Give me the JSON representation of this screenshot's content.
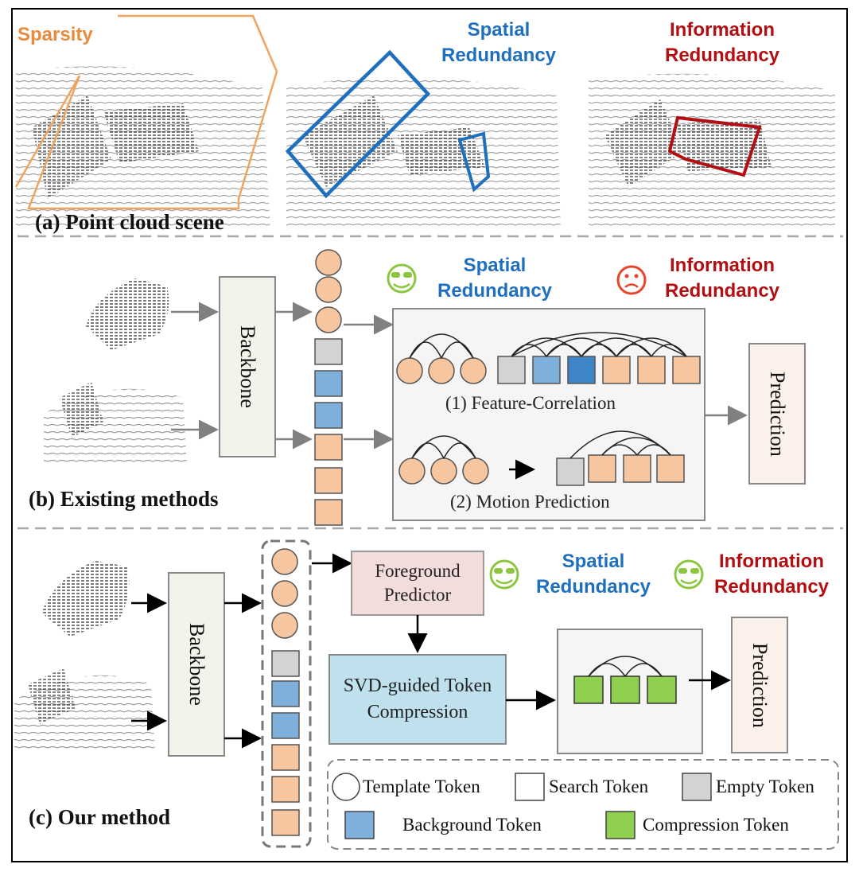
{
  "panels": {
    "a_label": "(a) Point cloud scene",
    "b_label": "(b) Existing methods",
    "c_label": "(c) Our method"
  },
  "headers": {
    "sparsity": "Sparsity",
    "spatial_line1": "Spatial",
    "spatial_line2": "Redundancy",
    "info_line1": "Information",
    "info_line2": "Redundancy"
  },
  "blocks": {
    "backbone": "Backbone",
    "prediction": "Prediction",
    "feature_correlation": "(1) Feature-Correlation",
    "motion_prediction": "(2) Motion Prediction",
    "foreground_predictor": "Foreground Predictor",
    "svd_compression": "SVD-guided Token Compression"
  },
  "legend": {
    "template": "Template Token",
    "search": "Search Token",
    "empty": "Empty Token",
    "background": "Background Token",
    "compression": "Compression Token"
  },
  "colors": {
    "template_token": "#f6c6a0",
    "search_token": "#f6c6a0",
    "empty_token": "#d3d3d3",
    "background_token_light": "#7fb0dc",
    "background_token_dark": "#3f86c6",
    "compression_token": "#8fd14f",
    "foreground_predictor": "#f3dcdc",
    "svd_block": "#bfe1ee",
    "backbone": "#f2f4ec",
    "prediction": "#fbf0ea",
    "happy_face": "#8cc63f",
    "sad_face": "#e8442c"
  },
  "icons": {
    "happy": "sunglasses-smiley-icon",
    "sad": "sad-face-icon"
  }
}
